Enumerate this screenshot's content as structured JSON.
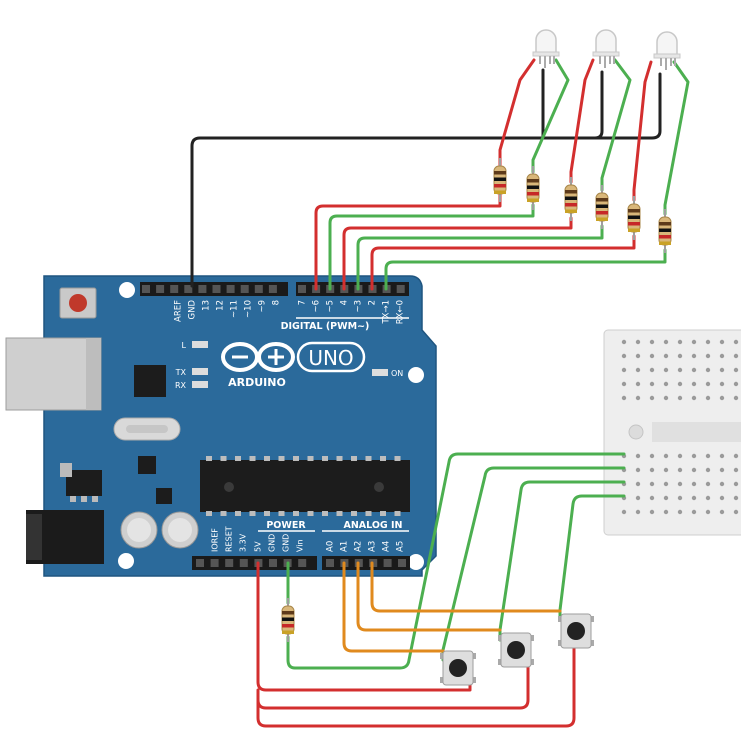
{
  "board": {
    "pin_labels_digital": [
      "AREF",
      "GND",
      "13",
      "12",
      "~11",
      "~10",
      "~9",
      "8",
      "7",
      "~6",
      "~5",
      "4",
      "~3",
      "2",
      "TX→1",
      "RX←0"
    ],
    "digital_header": "DIGITAL (PWM~)",
    "led_labels": [
      "L",
      "TX",
      "RX"
    ],
    "on_label": "ON",
    "brand": "ARDUINO",
    "model": "UNO",
    "power_header": "POWER",
    "analog_header": "ANALOG IN",
    "power_pins": [
      "IOREF",
      "RESET",
      "3.3V",
      "5V",
      "GND",
      "GND",
      "Vin"
    ],
    "analog_pins": [
      "A0",
      "A1",
      "A2",
      "A3",
      "A4",
      "A5"
    ]
  },
  "colors": {
    "board": "#2b6a9b",
    "wire_red": "#d32f2f",
    "wire_green": "#4caf50",
    "wire_black": "#222222",
    "wire_orange": "#e08a1e",
    "breadboard": "#f2f2f2"
  }
}
